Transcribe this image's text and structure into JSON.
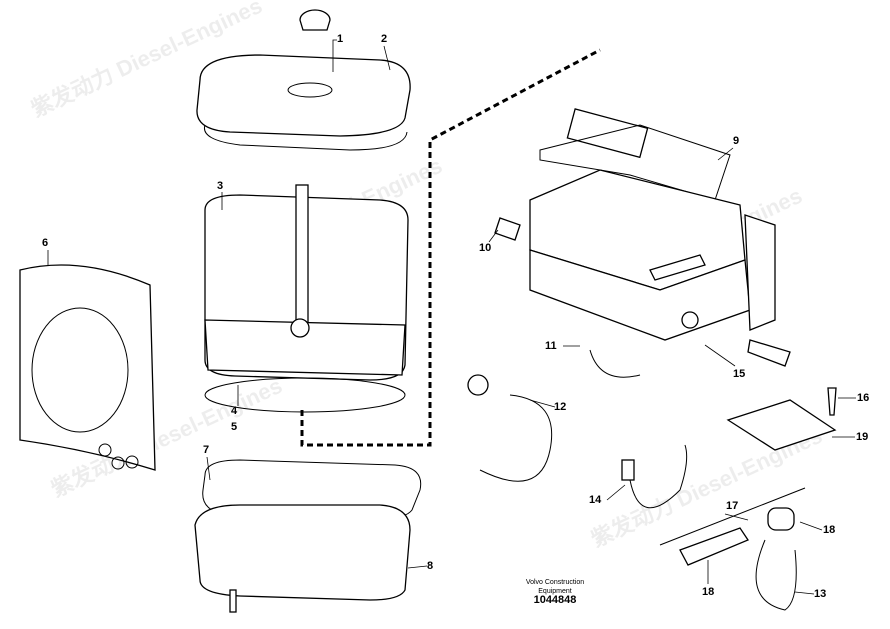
{
  "watermark": {
    "cn": "紫发动力",
    "en": "Diesel-Engines"
  },
  "footer": {
    "line1": "Volvo Construction",
    "line2": "Equipment",
    "part_number": "1044848"
  },
  "callouts": {
    "c1": "1",
    "c2": "2",
    "c3": "3",
    "c4": "4",
    "c5": "5",
    "c6": "6",
    "c7": "7",
    "c8": "8",
    "c9": "9",
    "c10": "10",
    "c11": "11",
    "c12": "12",
    "c13": "13",
    "c14": "14",
    "c15": "15",
    "c16": "16",
    "c17": "17",
    "c18a": "18",
    "c18b": "18",
    "c19": "19"
  }
}
